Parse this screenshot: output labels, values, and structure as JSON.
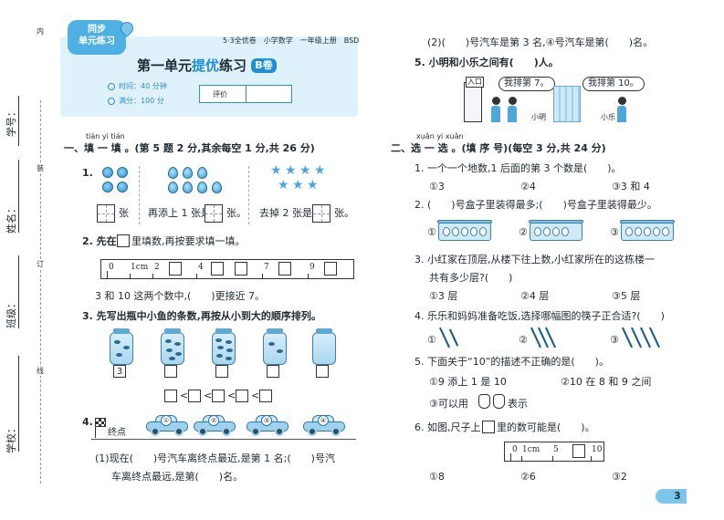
{
  "badge": {
    "line1": "同步",
    "line2": "单元练习"
  },
  "header_info": "5·3全优卷　小学数学　一年级上册　BSD",
  "unit_title": {
    "main": "第一单元",
    "highlight": "提优",
    "tail": "练习",
    "level": "B卷"
  },
  "meta": {
    "time": "时间：40 分钟",
    "score": "满分：100 分",
    "rating_label": "评价"
  },
  "margin_labels": {
    "student_no": "学号：",
    "name": "姓名：",
    "cls": "班级：",
    "school": "学校：",
    "fold1": "装",
    "fold2": "订",
    "fold3": "线",
    "fold4": "内"
  },
  "left": {
    "section1": {
      "pinyin": "tián yi tián",
      "title": "一、填 一 填 。(第 5 题 2 分,其余每空 1 分,共 26 分)"
    },
    "q1": {
      "num": "1.",
      "unit1": "张",
      "text2a": "再添上 1 张是",
      "text2b": "张。",
      "text3a": "去掉 2 张是",
      "text3b": "张。"
    },
    "q2": {
      "text_a": "2. 先在",
      "text_b": "里填数,再按要求填一填。",
      "ruler": [
        "0",
        "1cm",
        "2",
        "4",
        "7",
        "9"
      ],
      "follow": "3 和 10 这两个数中,(　　)更接近 7。"
    },
    "q3": {
      "text": "3. 先写出瓶中小鱼的条数,再按从小到大的顺序排列。",
      "first_answer": "3",
      "lt": "<"
    },
    "q4": {
      "num": "4.",
      "finish": "终点",
      "cars": [
        "①",
        "②",
        "③",
        "④"
      ],
      "line1": "(1)现在(　　)号汽车离终点最近,是第 1 名;(　　)号汽",
      "line2": "车离终点最远,是第(　　)名。"
    }
  },
  "right": {
    "q4b": "(2)(　　)号汽车是第 3 名,④号汽车是第(　　)名。",
    "q5": "5. 小明和小乐之间有(　　)人。",
    "scene": {
      "entrance": "入口",
      "bubble1": "我排第 7。",
      "bubble2": "我排第 10。",
      "name1": "小明",
      "name2": "小乐"
    },
    "section2": {
      "pinyin": "xuǎn yi xuǎn",
      "title": "二、选 一 选 。(填 序 号)(每空 3 分,共 24 分)"
    },
    "c1": {
      "q": "1. 一个一个地数,1 后面的第 3 个数是(　　)。",
      "o1": "①3",
      "o2": "②4",
      "o3": "③3 和 4"
    },
    "c2": {
      "q": "2. (　　)号盒子里装得最多;(　　)号盒子里装得最少。",
      "o1": "①",
      "o2": "②",
      "o3": "③"
    },
    "c3": {
      "q": "3. 小红家在顶层,从楼下往上数,小红家所在的这栋楼一",
      "q2": "共有多少层?(　　)",
      "o1": "①3 层",
      "o2": "②4 层",
      "o3": "③5 层"
    },
    "c4": {
      "q": "4. 乐乐和妈妈准备吃饭,选择哪幅图的筷子正合适?(　　)",
      "o1": "①",
      "o2": "②",
      "o3": "③"
    },
    "c5": {
      "q": "5. 下面关于“10”的描述不正确的是(　　)。",
      "o1": "①9 添上 1 是 10",
      "o2": "②10 在 8 和 9 之间",
      "o3a": "③可以用",
      "o3b": "表示"
    },
    "c6": {
      "q_a": "6. 如图,尺子上",
      "q_b": "里的数可能是(　　)。",
      "ruler": [
        "0",
        "1cm",
        "5",
        "10"
      ],
      "o1": "①8",
      "o2": "②6",
      "o3": "③2"
    }
  },
  "page_number": "3",
  "colors": {
    "accent": "#2f8fc7",
    "title_band": "#dff1fb",
    "highlight": "#1c8fd6"
  }
}
